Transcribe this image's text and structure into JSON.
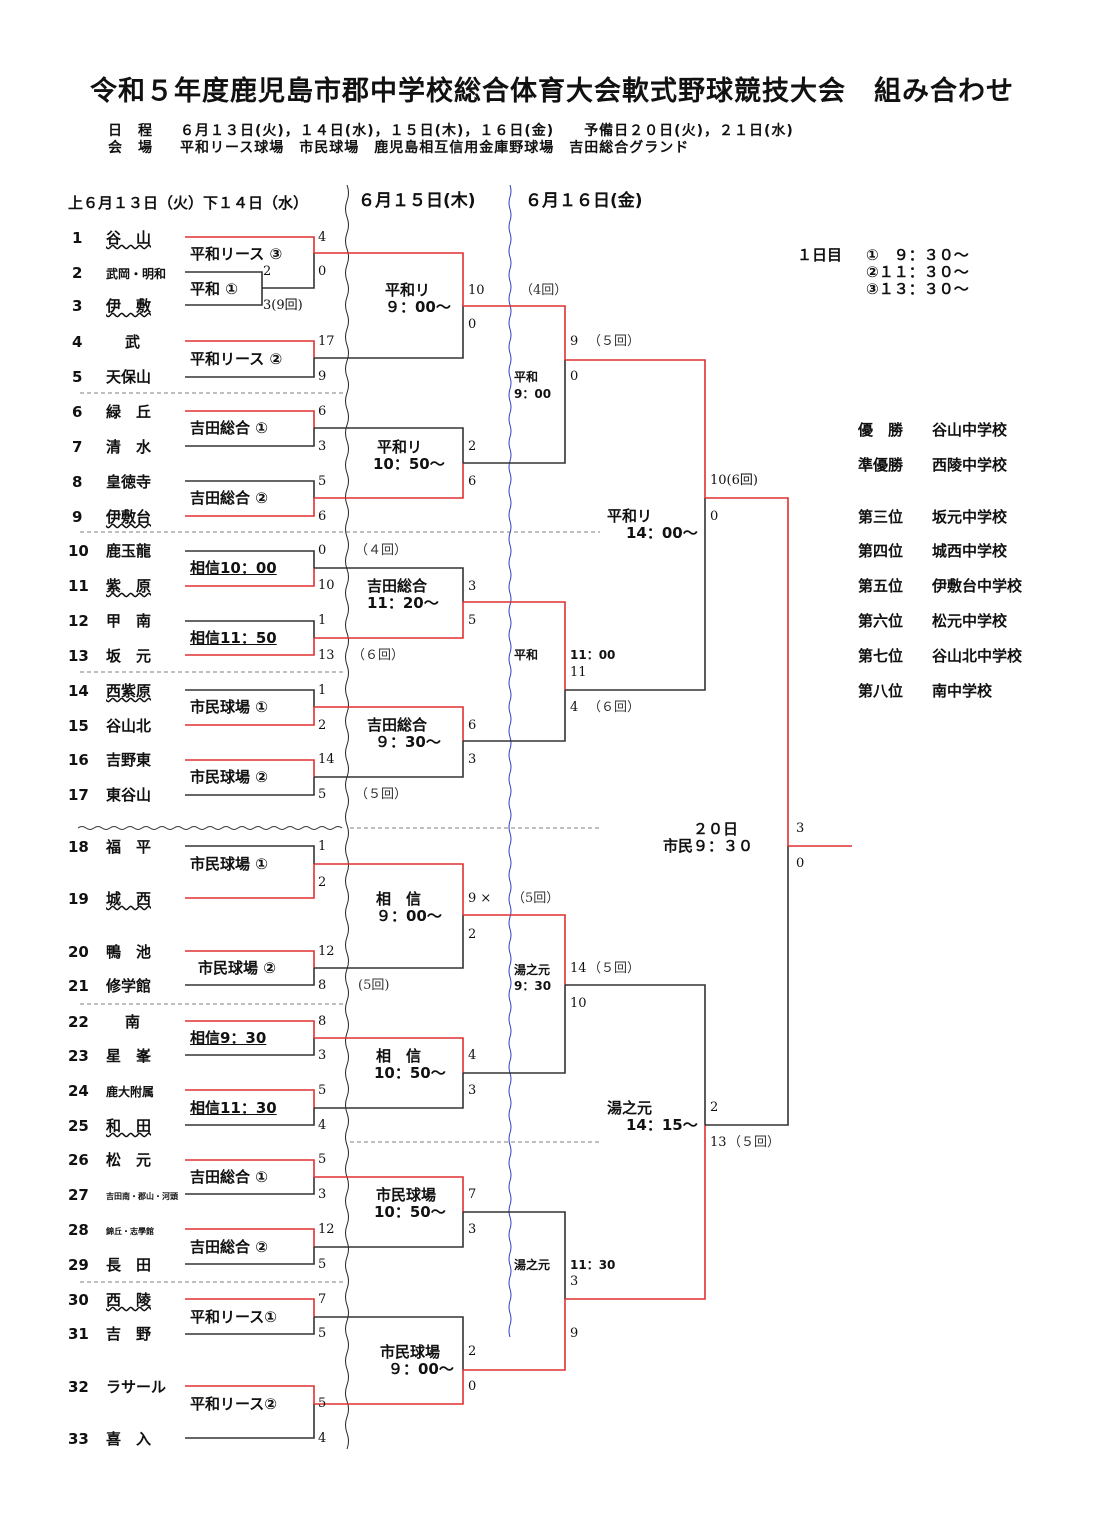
{
  "title": "令和５年度鹿児島市郡中学校総合体育大会軟式野球競技大会　組み合わせ",
  "schedule_label": "日　程",
  "schedule_value": "６月１３日(火)，１４日(水)，１５日(木)，１６日(金)　　予備日２０日(火)，２１日(水)",
  "venue_label": "会　場",
  "venue_value": "平和リース球場　市民球場　鹿児島相互信用金庫野球場　吉田総合グランド",
  "col_headers": {
    "round1": "上６月１３日（火）下１４日（水）",
    "round2": "６月１５日(木)",
    "round3": "６月１６日(金)"
  },
  "start_times": {
    "label": "１日目",
    "t1": "①　９：３０～",
    "t2": "②１１：３０～",
    "t3": "③１３：３０～"
  },
  "teams": [
    {
      "no": "1",
      "name": "谷　山"
    },
    {
      "no": "2",
      "name": "武岡・明和"
    },
    {
      "no": "3",
      "name": "伊　敷"
    },
    {
      "no": "4",
      "name": "武"
    },
    {
      "no": "5",
      "name": "天保山"
    },
    {
      "no": "6",
      "name": "緑　丘"
    },
    {
      "no": "7",
      "name": "清　水"
    },
    {
      "no": "8",
      "name": "皇徳寺"
    },
    {
      "no": "9",
      "name": "伊敷台"
    },
    {
      "no": "10",
      "name": "鹿玉龍"
    },
    {
      "no": "11",
      "name": "紫　原"
    },
    {
      "no": "12",
      "name": "甲　南"
    },
    {
      "no": "13",
      "name": "坂　元"
    },
    {
      "no": "14",
      "name": "西紫原"
    },
    {
      "no": "15",
      "name": "谷山北"
    },
    {
      "no": "16",
      "name": "吉野東"
    },
    {
      "no": "17",
      "name": "東谷山"
    },
    {
      "no": "18",
      "name": "福　平"
    },
    {
      "no": "19",
      "name": "城　西"
    },
    {
      "no": "20",
      "name": "鴨　池"
    },
    {
      "no": "21",
      "name": "修学館"
    },
    {
      "no": "22",
      "name": "南"
    },
    {
      "no": "23",
      "name": "星　峯"
    },
    {
      "no": "24",
      "name": "鹿大附属"
    },
    {
      "no": "25",
      "name": "和　田"
    },
    {
      "no": "26",
      "name": "松　元"
    },
    {
      "no": "27",
      "name": "吉田南・郡山・河頭"
    },
    {
      "no": "28",
      "name": "錦丘・志學館"
    },
    {
      "no": "29",
      "name": "長　田"
    },
    {
      "no": "30",
      "name": "西　陵"
    },
    {
      "no": "31",
      "name": "吉　野"
    },
    {
      "no": "32",
      "name": "ラサール"
    },
    {
      "no": "33",
      "name": "喜　入"
    }
  ],
  "r1_venues": [
    "平和リース ③",
    "平和 ①",
    "平和リース ②",
    "吉田総合 ①",
    "吉田総合 ②",
    "相信10：00",
    "相信11：50",
    "市民球場 ①",
    "市民球場 ②",
    "市民球場 ①",
    "市民球場 ②",
    "相信9：30",
    "相信11：30",
    "吉田総合 ①",
    "吉田総合 ②",
    "平和リース①",
    "平和リース②"
  ],
  "r2_venues": [
    [
      "平和リ",
      "９：00～"
    ],
    [
      "平和リ",
      "10：50～"
    ],
    [
      "吉田総合",
      "11：20～"
    ],
    [
      "吉田総合",
      "９：30～"
    ],
    [
      "相　信",
      "９：00～"
    ],
    [
      "相　信",
      "10：50～"
    ],
    [
      "市民球場",
      "10：50～"
    ],
    [
      "市民球場",
      "９：00～"
    ]
  ],
  "r3_venues": [
    [
      "平和",
      "9：00"
    ],
    [
      "平和",
      "11：00"
    ],
    [
      "湯之元",
      "9：30"
    ],
    [
      "湯之元",
      "11：30"
    ]
  ],
  "r4_venues": [
    [
      "平和リ",
      "14：00～"
    ],
    [
      "湯之元",
      "14：15～"
    ]
  ],
  "final_venue": [
    "２０日",
    "市民９：３０"
  ],
  "scores": {
    "s1": "4",
    "s2a": "2",
    "s2b": "0",
    "s3": "3(9回)",
    "s4": "17",
    "s5": "9",
    "s6": "6",
    "s7": "3",
    "s8": "5",
    "s9": "6",
    "s10": "0",
    "s11": "10",
    "s12": "1",
    "s13": "13",
    "s14": "1",
    "s15": "2",
    "s16": "14",
    "s17": "5",
    "s18": "1",
    "s19": "2",
    "s20": "12",
    "s21": "8",
    "s22": "8",
    "s23": "3",
    "s24": "5",
    "s25": "4",
    "s26": "5",
    "s27": "3",
    "s28": "12",
    "s29": "5",
    "s30": "7",
    "s31": "5",
    "s32": "5",
    "s33": "4",
    "q1a": "10",
    "q1b": "0",
    "q2a": "2",
    "q2b": "6",
    "q3a": "3",
    "q3b": "5",
    "q4a": "6",
    "q4b": "3",
    "q5a": "9 ×",
    "q5b": "2",
    "q6a": "4",
    "q6b": "3",
    "q7a": "7",
    "q7b": "3",
    "q8a": "2",
    "q8b": "0",
    "sf1a": "9",
    "sf1b": "0",
    "sf2a": "11",
    "sf2b": "4",
    "sf3a": "14",
    "sf3b": "10",
    "sf4a": "3",
    "sf4b": "9",
    "f1a": "10(6回)",
    "f1b": "0",
    "f2a": "2",
    "f2b": "13",
    "ch_a": "3",
    "ch_b": "0"
  },
  "notes": {
    "n4kai": "（４回）",
    "n4kai2": "（4回）",
    "n6kai": "（６回）",
    "n5kai": "（５回）",
    "n5kai2": "(5回)",
    "n5kai3": "（5回）",
    "sf1n": "（５回）",
    "sf2n": "（６回）",
    "sf3n": "（５回）",
    "f2n": "（５回）"
  },
  "results": [
    {
      "rank": "優　勝",
      "school": "谷山中学校"
    },
    {
      "rank": "準優勝",
      "school": "西陵中学校"
    },
    {
      "rank": "第三位",
      "school": "坂元中学校"
    },
    {
      "rank": "第四位",
      "school": "城西中学校"
    },
    {
      "rank": "第五位",
      "school": "伊敷台中学校"
    },
    {
      "rank": "第六位",
      "school": "松元中学校"
    },
    {
      "rank": "第七位",
      "school": "谷山北中学校"
    },
    {
      "rank": "第八位",
      "school": "南中学校"
    }
  ],
  "colors": {
    "winner_line": "#e03030",
    "plain_line": "#333333",
    "divider_blue": "#2a3fc0"
  }
}
